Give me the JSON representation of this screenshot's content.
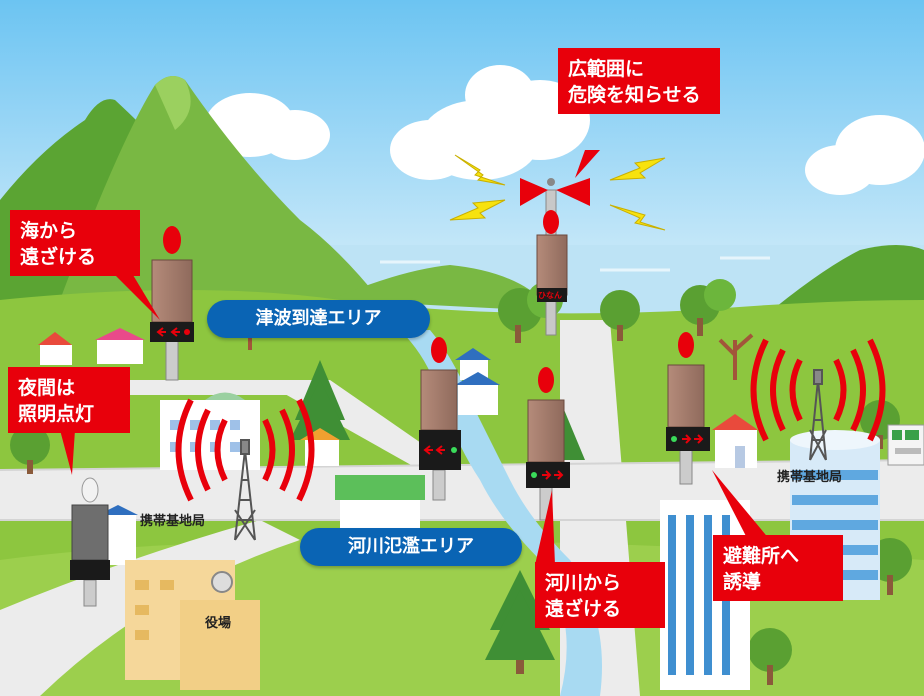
{
  "callouts": {
    "wide_area": [
      "広範囲に",
      "危険を知らせる"
    ],
    "away_from_sea": [
      "海から",
      "遠ざける"
    ],
    "night_lighting": [
      "夜間は",
      "照明点灯"
    ],
    "away_from_river": [
      "河川から",
      "遠ざける"
    ],
    "evacuation": [
      "避難所へ",
      "誘導"
    ]
  },
  "zones": {
    "tsunami": "津波到達エリア",
    "flood": "河川氾濫エリア"
  },
  "labels": {
    "base_station_left": "携帯基地局",
    "base_station_right": "携帯基地局",
    "town_office": "役場",
    "sign_text": "ひなん"
  },
  "colors": {
    "sky": "#6fc3f0",
    "sea": "#bfe4f6",
    "grass": "#8cc63f",
    "mountain": "#5aa032",
    "road": "#e8e8e8",
    "river": "#a9d9f2",
    "callout_red": "#e8000b",
    "zone_blue": "#0a64b4",
    "signal_red": "#e8000b"
  }
}
